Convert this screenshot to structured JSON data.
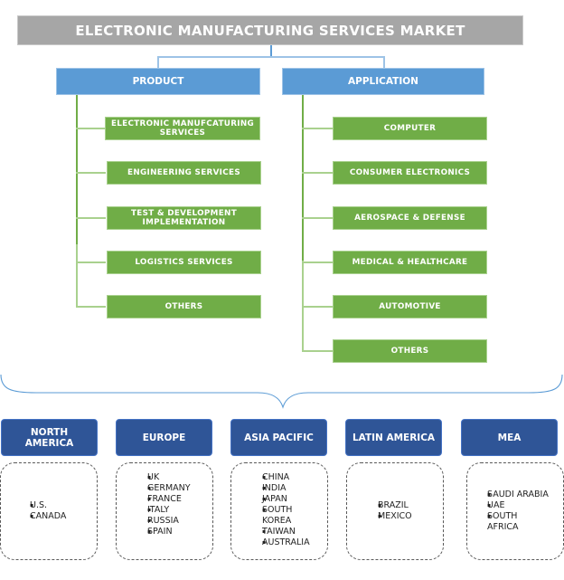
{
  "title": "ELECTRONIC MANUFACTURING SERVICES MARKET",
  "colors": {
    "title_bg": "#a6a6a6",
    "category_bg": "#5b9bd5",
    "leaf_bg": "#70ad47",
    "region_bg": "#2f5597"
  },
  "product": {
    "label": "PRODUCT",
    "items": [
      "ELECTRONIC MANUFCATURING SERVICES",
      "ENGINEERING SERVICES",
      "TEST & DEVELOPMENT IMPLEMENTATION",
      "LOGISTICS SERVICES",
      "OTHERS"
    ]
  },
  "application": {
    "label": "APPLICATION",
    "items": [
      "COMPUTER",
      "CONSUMER ELECTRONICS",
      "AEROSPACE & DEFENSE",
      "MEDICAL & HEALTHCARE",
      "AUTOMOTIVE",
      "OTHERS"
    ]
  },
  "regions": [
    {
      "label": "NORTH AMERICA",
      "countries": [
        "U.S.",
        "CANADA"
      ]
    },
    {
      "label": "EUROPE",
      "countries": [
        "UK",
        "GERMANY",
        "FRANCE",
        "ITALY",
        "RUSSIA",
        "SPAIN"
      ]
    },
    {
      "label": "ASIA PACIFIC",
      "countries": [
        "CHINA",
        "INDIA",
        "JAPAN",
        "SOUTH KOREA",
        "TAIWAN",
        "AUSTRALIA"
      ]
    },
    {
      "label": "LATIN AMERICA",
      "countries": [
        "BRAZIL",
        "MEXICO"
      ]
    },
    {
      "label": "MEA",
      "countries": [
        "SAUDI ARABIA",
        "UAE",
        "SOUTH AFRICA"
      ]
    }
  ]
}
